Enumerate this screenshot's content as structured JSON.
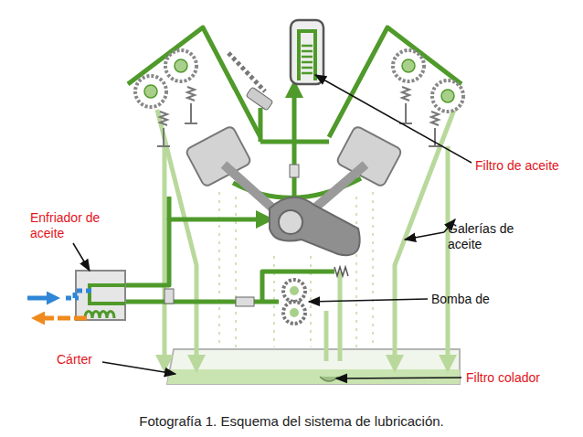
{
  "diagram": {
    "caption": "Fotografía 1. Esquema del sistema de lubricación.",
    "labels": [
      "Filtro de aceite",
      "Enfriador de aceite",
      "Galerías de aceite",
      "Bomba de",
      "Cárter",
      "Filtro colador"
    ]
  }
}
